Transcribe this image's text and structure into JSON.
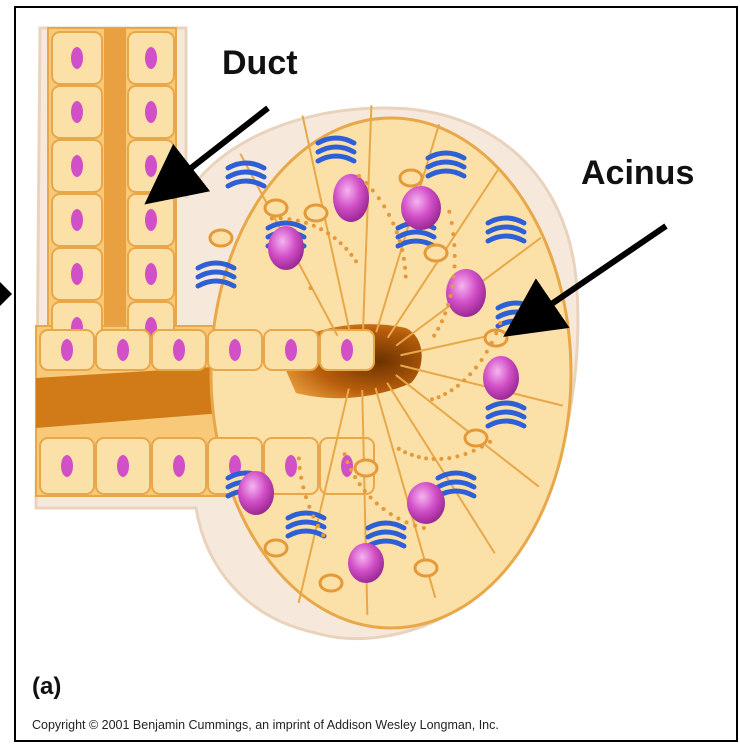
{
  "labels": {
    "duct": "Duct",
    "acinus": "Acinus",
    "panel": "(a)"
  },
  "copyright": "Copyright © 2001 Benjamin Cummings, an imprint of Addison Wesley Longman, Inc.",
  "colors": {
    "cell": "#fbe0a8",
    "cell_edge": "#e8a84a",
    "lumen": "#c86a10",
    "nucleus": "#d14fc7",
    "er": "#2f5fd6",
    "mito": "#e59a3a",
    "outline": "#f3e2cf"
  },
  "icons": {
    "arrow": "arrow-icon"
  }
}
